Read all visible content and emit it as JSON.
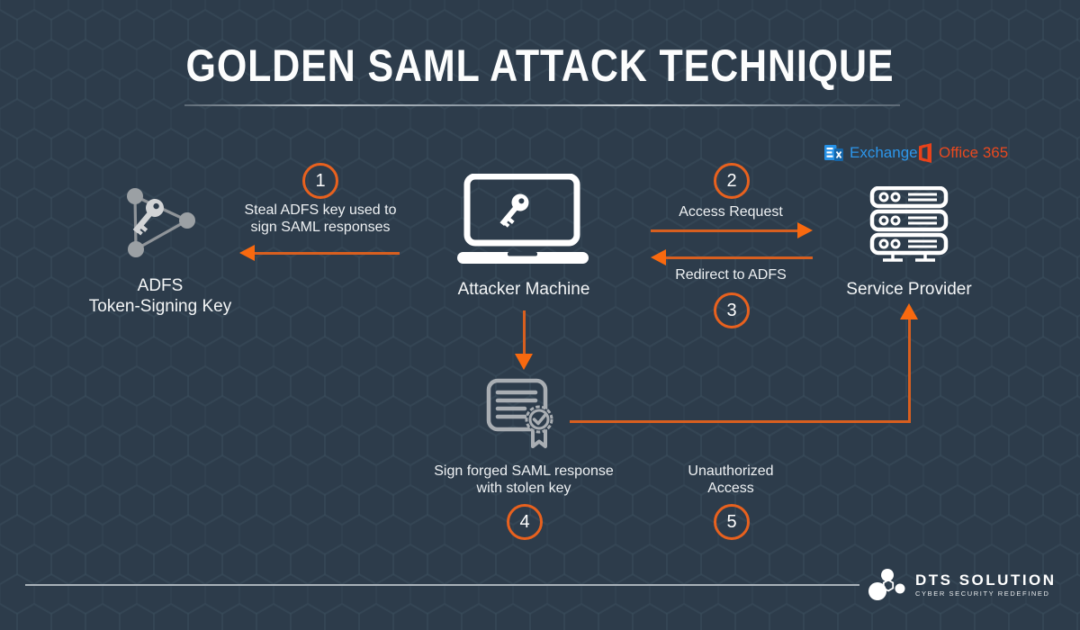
{
  "title": {
    "text": "GOLDEN SAML ATTACK TECHNIQUE"
  },
  "colors": {
    "background": "#2d3c4b",
    "accent_orange": "#e8611e",
    "arrow_line_orange": "#d85f1f",
    "arrowhead_orange": "#f8690f",
    "icon_white": "#ffffff",
    "icon_gray": "#a9aeb3",
    "node_gray": "#9ba0a4",
    "exchange_blue": "#2d96ea",
    "office_orange": "#e8491f",
    "divider_gray": "#b6bec4",
    "text_white": "#f4f6f7"
  },
  "entities": {
    "adfs": {
      "icon": "adfs-token-key-icon",
      "line1": "ADFS",
      "line2": "Token-Signing Key"
    },
    "attacker": {
      "icon": "laptop-key-icon",
      "label": "Attacker Machine"
    },
    "service_provider": {
      "icon": "server-rack-icon",
      "label": "Service Provider"
    },
    "certificate": {
      "icon": "signed-certificate-icon"
    }
  },
  "steps": {
    "step1": {
      "number": "1",
      "line1": "Steal ADFS key used to",
      "line2": "sign SAML responses"
    },
    "step2": {
      "number": "2",
      "label": "Access Request"
    },
    "step3": {
      "number": "3",
      "label": "Redirect to ADFS"
    },
    "step4": {
      "number": "4",
      "line1": "Sign forged SAML response",
      "line2": "with stolen key"
    },
    "step5": {
      "number": "5",
      "line1": "Unauthorized",
      "line2": "Access"
    }
  },
  "logos": {
    "exchange": {
      "icon": "exchange-logo-icon",
      "label": "Exchange"
    },
    "office365": {
      "icon": "office-365-logo-icon",
      "label": "Office 365"
    }
  },
  "footer": {
    "brand": "DTS SOLUTION",
    "tagline": "CYBER SECURITY REDEFINED"
  }
}
